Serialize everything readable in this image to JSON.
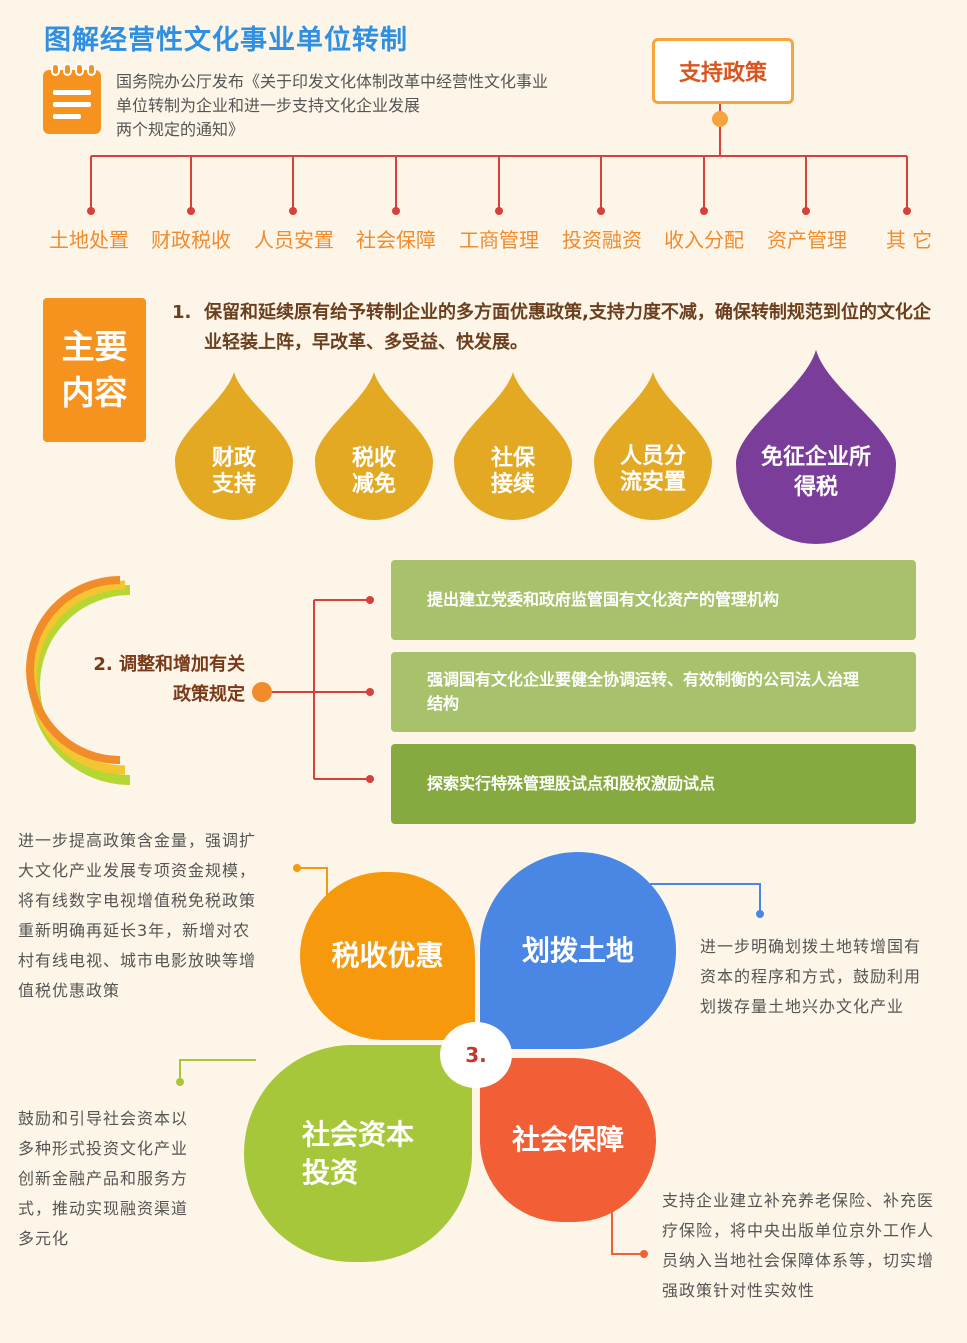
{
  "page": {
    "title": "图解经营性文化事业单位转制",
    "notice": "国务院办公厅发布《关于印发文化体制改革中经营性文化事业单位转制为企业和进一步支持文化企业发展两个规定的通知》",
    "notice_lines": [
      "国务院办公厅发布《关于印发文化体制改革中经营性文化事业",
      "单位转制为企业和进一步支持文化企业发展",
      "两个规定的通知》"
    ],
    "policy_label": "支持政策"
  },
  "categories": [
    "土地处置",
    "财政税收",
    "人员安置",
    "社会保障",
    "工商管理",
    "投资融资",
    "收入分配",
    "资产管理",
    "其 它"
  ],
  "main": {
    "label_lines": [
      "主要",
      "内容"
    ],
    "item1_num": "1.",
    "item1_text": "保留和延续原有给予转制企业的多方面优惠政策,支持力度不减，确保转制规范到位的文化企业轻装上阵，早改革、多受益、快发展。",
    "drops": [
      {
        "lines": [
          "财政",
          "支持"
        ],
        "color": "#e3a923"
      },
      {
        "lines": [
          "税收",
          "减免"
        ],
        "color": "#e3a923"
      },
      {
        "lines": [
          "社保",
          "接续"
        ],
        "color": "#e3a923"
      },
      {
        "lines": [
          "人员分",
          "流安置"
        ],
        "color": "#e3a923"
      },
      {
        "lines": [
          "免征企业所",
          "得税"
        ],
        "color": "#7a3d99"
      }
    ]
  },
  "section2": {
    "title_lines": [
      "2. 调整和增加有关",
      "政策规定"
    ],
    "boxes": [
      {
        "text": "提出建立党委和政府监管国有文化资产的管理机构",
        "color": "#a8c26c"
      },
      {
        "text": "强调国有文化企业要健全协调运转、有效制衡的公司法人治理结构",
        "color": "#a8c26c"
      },
      {
        "text": "探索实行特殊管理股试点和股权激励试点",
        "color": "#86aa3f"
      }
    ]
  },
  "section3": {
    "center": "3.",
    "petals": [
      {
        "label": "税收优惠",
        "color": "#f7990c"
      },
      {
        "label": "划拨土地",
        "color": "#4a86e3"
      },
      {
        "label": "社会资本投资",
        "label_lines": [
          "社会资本",
          "投资"
        ],
        "color": "#a7c73b"
      },
      {
        "label": "社会保障",
        "color": "#f25e35"
      }
    ],
    "notes": {
      "tax": [
        "进一步提高政策含金量，强调扩",
        "大文化产业发展专项资金规模，",
        "将有线数字电视增值税免税政策",
        "重新明确再延长3年，新增对农",
        "村有线电视、城市电影放映等增",
        "值税优惠政策"
      ],
      "land": [
        "进一步明确划拨土地转增国有",
        "资本的程序和方式，鼓励利用",
        "划拨存量土地兴办文化产业"
      ],
      "capital": [
        "鼓励和引导社会资本以",
        "多种形式投资文化产业",
        "创新金融产品和服务方",
        "式，推动实现融资渠道",
        "多元化"
      ],
      "security": [
        "支持企业建立补充养老保险、补充医",
        "疗保险，将中央出版单位京外工作人",
        "员纳入当地社会保障体系等，切实增",
        "强政策针对性实效性"
      ]
    }
  }
}
